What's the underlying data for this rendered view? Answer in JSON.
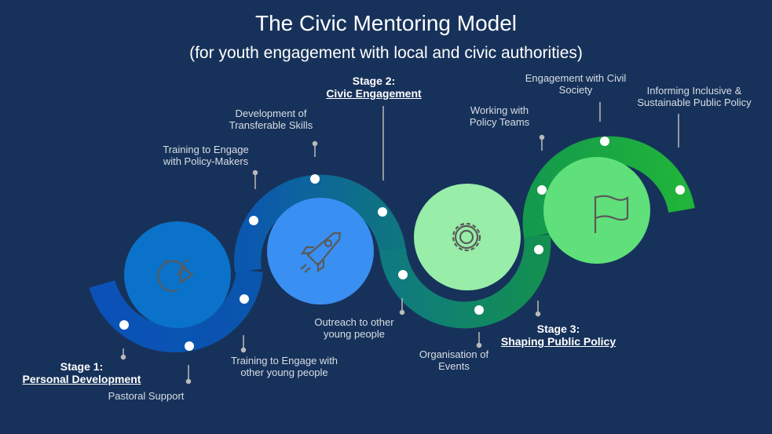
{
  "title": "The Civic Mentoring Model",
  "subtitle": "(for youth engagement with local and civic authorities)",
  "stages": [
    {
      "label": "Stage 1:",
      "name": "Personal Development",
      "icon": "stopwatch-play-icon",
      "color": "#0a72c8"
    },
    {
      "label": "Stage 2:",
      "name": "Civic Engagement",
      "icon": "rocket-icon",
      "color": "#3a8ff2"
    },
    {
      "label": "Stage 3:",
      "name": "Shaping Public Policy",
      "icon": "gear-icon",
      "color": "#98eda8"
    },
    {
      "label": "",
      "name": "",
      "icon": "flag-icon",
      "color": "#5fe07a"
    }
  ],
  "steps": [
    "Pastoral Support",
    "Training to Engage with other young people",
    "Training to Engage with Policy-Makers",
    "Development of Transferable Skills",
    "Outreach to other young people",
    "Organisation of Events",
    "Working with Policy Teams",
    "Engagement with Civil Society",
    "Informing Inclusive & Sustainable Public Policy"
  ],
  "colors": {
    "background": "#17325a",
    "blue": "#0b4fb0",
    "teal": "#0f7a7a",
    "green": "#1fae3c"
  }
}
